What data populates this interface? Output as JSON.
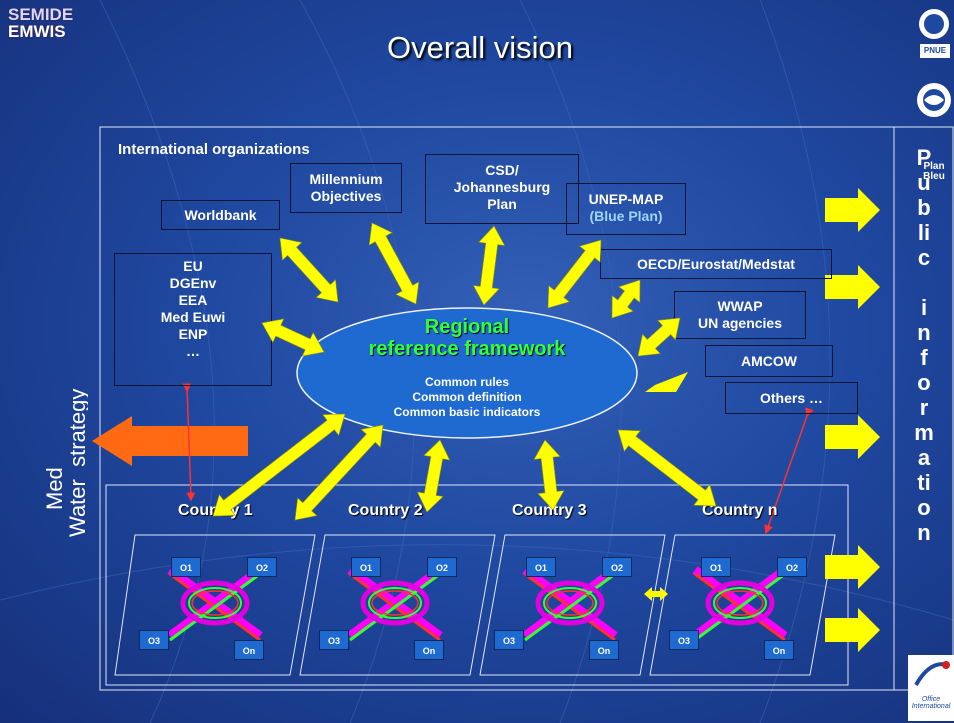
{
  "title": "Overall vision",
  "logo": {
    "line1": "SEMIDE",
    "line2": "EMWIS"
  },
  "right_logos": {
    "pnue": "PNUE",
    "plan_bleu": "Plan Bleu",
    "office": "Office International"
  },
  "intl_label": "International organizations",
  "boxes": {
    "worldbank": "Worldbank",
    "millennium": [
      "Millennium",
      "Objectives"
    ],
    "csd": [
      "CSD/",
      "Johannesburg",
      "Plan"
    ],
    "unep": [
      "UNEP-MAP",
      "(Blue Plan)"
    ],
    "eu": [
      "EU",
      "DGEnv",
      "EEA",
      "Med Euwi",
      "ENP",
      "…"
    ],
    "oecd": "OECD/Eurostat/Medstat",
    "wwap": [
      "WWAP",
      "UN agencies"
    ],
    "amcow": "AMCOW",
    "others": "Others …"
  },
  "ellipse": {
    "title1": "Regional",
    "title2": "reference framework",
    "lines": [
      "Common rules",
      "Common definition",
      "Common basic indicators"
    ]
  },
  "left_label": {
    "line1": "Med",
    "line2": "Water  strategy"
  },
  "countries": [
    "Country 1",
    "Country 2",
    "Country 3",
    "Country n"
  ],
  "o_labels": {
    "o1": "O1",
    "o2": "O2",
    "o3": "O3",
    "on": "On"
  },
  "public_info": [
    "P",
    "u",
    "b",
    "li",
    "c",
    "",
    "i",
    "n",
    "f",
    "o",
    "r",
    "m",
    "a",
    "ti",
    "o",
    "n"
  ],
  "colors": {
    "arrow": "#ffff00",
    "orange": "#ff6a13",
    "ellipse": "#1f6ad0",
    "green_text": "#33ff33"
  }
}
